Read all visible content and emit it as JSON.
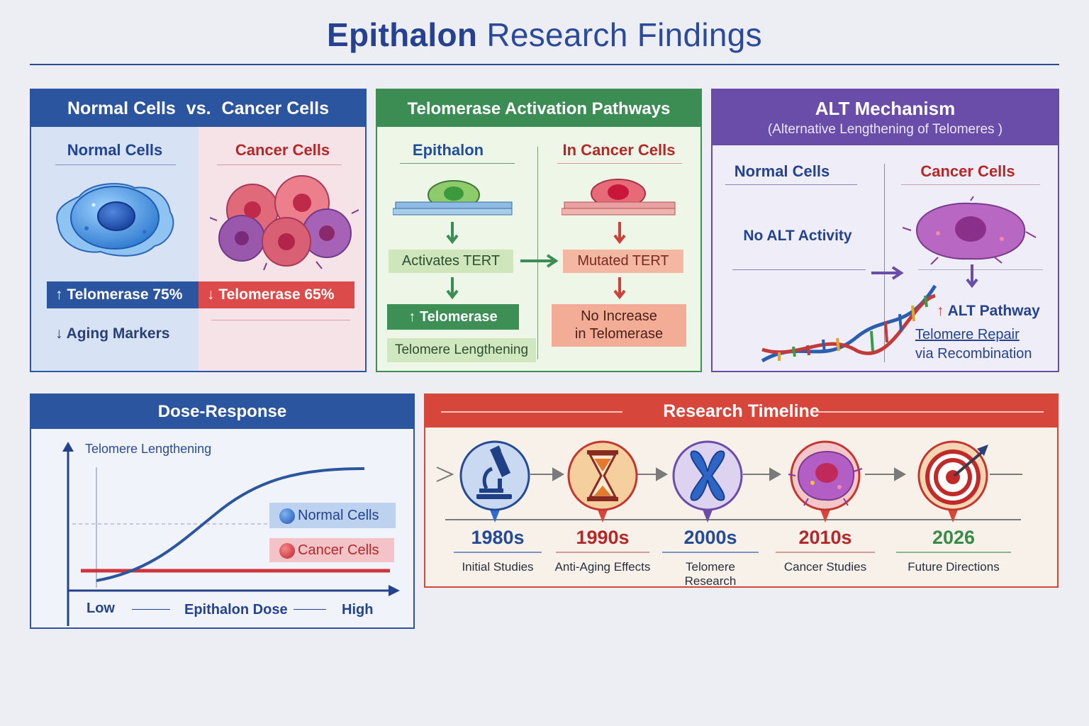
{
  "title": {
    "bold": "Epithalon",
    "rest": " Research Findings"
  },
  "normal_vs_cancer": {
    "header_normal": "Normal Cells",
    "header_vs": "vs.",
    "header_cancer": "Cancer Cells",
    "normal_label": "Normal Cells",
    "cancer_label": "Cancer Cells",
    "normal_stat": "Telomerase 75%",
    "cancer_stat": "Telomerase 65%",
    "normal_note": "Aging Markers",
    "colors": {
      "normal": "#2b559f",
      "cancer": "#dd4a4a"
    }
  },
  "telomerase_pathways": {
    "header": "Telomerase Activation Pathways",
    "left_label": "Epithalon",
    "right_label": "In Cancer Cells",
    "activates": "Activates TERT",
    "up_telomerase": "Telomerase",
    "lengthening": "Telomere Lengthening",
    "mutated": "Mutated TERT",
    "no_increase_1": "No Increase",
    "no_increase_2": "in Telomerase"
  },
  "alt_mechanism": {
    "header": "ALT Mechanism",
    "subheader": "(Alternative Lengthening of Telomeres )",
    "normal_label": "Normal Cells",
    "cancer_label": "Cancer Cells",
    "no_alt": "No ALT Activity",
    "alt_pathway": "ALT Pathway",
    "repair_1": "Telomere Repair",
    "repair_2": "via Recombination"
  },
  "dose_response": {
    "header": "Dose-Response",
    "y_label": "Telomere Lengthening",
    "x_low": "Low",
    "x_label": "Epithalon Dose",
    "x_high": "High",
    "legend_normal": "Normal Cells",
    "legend_cancer": "Cancer Cells"
  },
  "timeline": {
    "header": "Research Timeline",
    "items": [
      {
        "year": "1980s",
        "label": "Initial Studies",
        "icon": "microscope-icon",
        "color": "#254a96",
        "fill": "#c9d9f1"
      },
      {
        "year": "1990s",
        "label": "Anti-Aging Effects",
        "icon": "hourglass-icon",
        "color": "#c4372f",
        "fill": "#f6cf9e"
      },
      {
        "year": "2000s",
        "label": "Telomere Research",
        "icon": "chromosome-icon",
        "color": "#254a96",
        "fill": "#ddd3f0"
      },
      {
        "year": "2010s",
        "label": "Cancer Studies",
        "icon": "cancer-cell-icon",
        "color": "#c4372f",
        "fill": "#f3c6ca"
      },
      {
        "year": "2026",
        "label": "Future Directions",
        "icon": "target-icon",
        "color": "#3a8a48",
        "fill": "#f3d7b4"
      }
    ]
  }
}
